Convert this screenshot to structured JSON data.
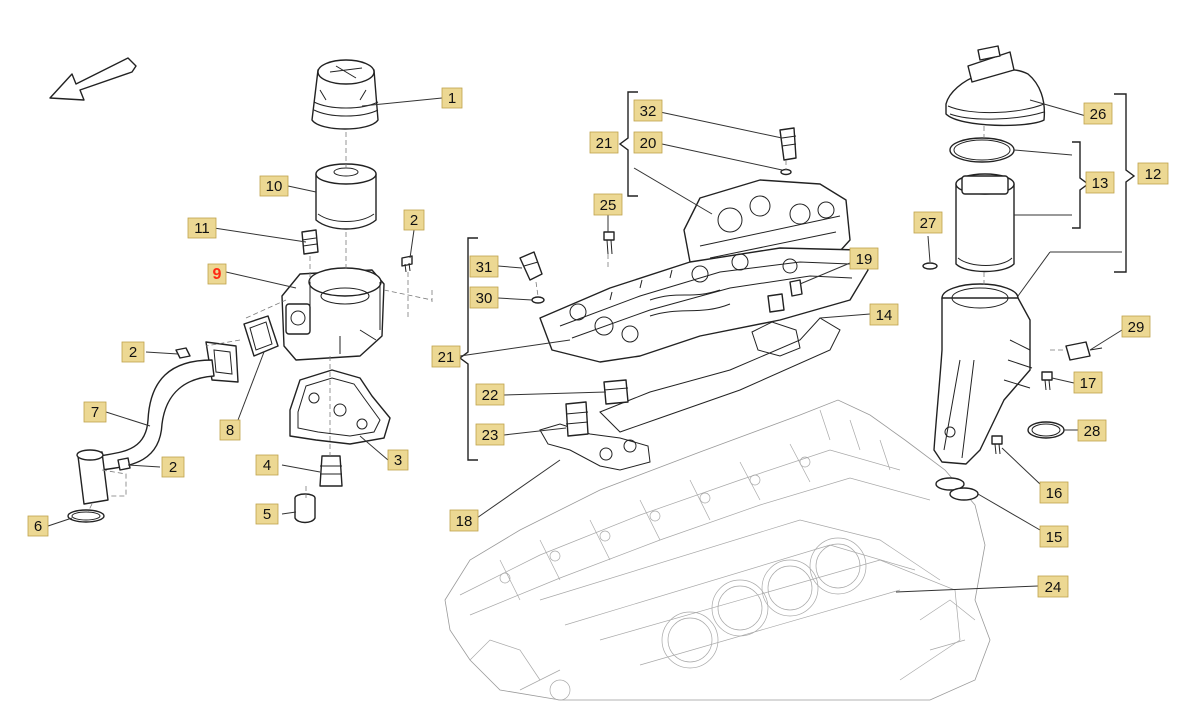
{
  "diagram": {
    "callouts": [
      {
        "id": "c1",
        "label": "1"
      },
      {
        "id": "c2a",
        "label": "2"
      },
      {
        "id": "c2b",
        "label": "2"
      },
      {
        "id": "c2c",
        "label": "2"
      },
      {
        "id": "c3",
        "label": "3"
      },
      {
        "id": "c4",
        "label": "4"
      },
      {
        "id": "c5",
        "label": "5"
      },
      {
        "id": "c6",
        "label": "6"
      },
      {
        "id": "c7",
        "label": "7"
      },
      {
        "id": "c8",
        "label": "8"
      },
      {
        "id": "c9",
        "label": "9",
        "highlight": true
      },
      {
        "id": "c10",
        "label": "10"
      },
      {
        "id": "c11",
        "label": "11"
      },
      {
        "id": "c12",
        "label": "12"
      },
      {
        "id": "c13",
        "label": "13"
      },
      {
        "id": "c14",
        "label": "14"
      },
      {
        "id": "c15",
        "label": "15"
      },
      {
        "id": "c16",
        "label": "16"
      },
      {
        "id": "c17",
        "label": "17"
      },
      {
        "id": "c18",
        "label": "18"
      },
      {
        "id": "c19",
        "label": "19"
      },
      {
        "id": "c20",
        "label": "20"
      },
      {
        "id": "c21a",
        "label": "21"
      },
      {
        "id": "c21b",
        "label": "21"
      },
      {
        "id": "c22",
        "label": "22"
      },
      {
        "id": "c23",
        "label": "23"
      },
      {
        "id": "c24",
        "label": "24"
      },
      {
        "id": "c25",
        "label": "25"
      },
      {
        "id": "c26",
        "label": "26"
      },
      {
        "id": "c27",
        "label": "27"
      },
      {
        "id": "c28",
        "label": "28"
      },
      {
        "id": "c29",
        "label": "29"
      },
      {
        "id": "c30",
        "label": "30"
      },
      {
        "id": "c31",
        "label": "31"
      },
      {
        "id": "c32",
        "label": "32"
      }
    ],
    "colors": {
      "callout_fill": "#ecd893",
      "callout_border": "#bfa24c",
      "highlight_text": "#ff2a14",
      "line": "#222222"
    },
    "icons": [
      "direction-arrow-icon"
    ]
  }
}
